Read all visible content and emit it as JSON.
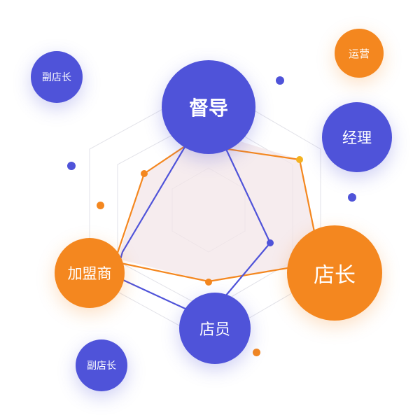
{
  "colors": {
    "purple": "#4f53d9",
    "orange": "#f4871f",
    "grid": "#e2e2e8",
    "fill": "#f1e8ee"
  },
  "nodes": {
    "supervisor": {
      "label": "督导",
      "color": "purple"
    },
    "ops": {
      "label": "运营",
      "color": "orange"
    },
    "manager": {
      "label": "经理",
      "color": "purple"
    },
    "store_manager": {
      "label": "店长",
      "color": "orange"
    },
    "clerk": {
      "label": "店员",
      "color": "purple"
    },
    "franchisee": {
      "label": "加盟商",
      "color": "orange"
    },
    "assistant_top": {
      "label": "副店长",
      "color": "purple"
    },
    "assistant_bottom": {
      "label": "副店长",
      "color": "purple"
    }
  }
}
